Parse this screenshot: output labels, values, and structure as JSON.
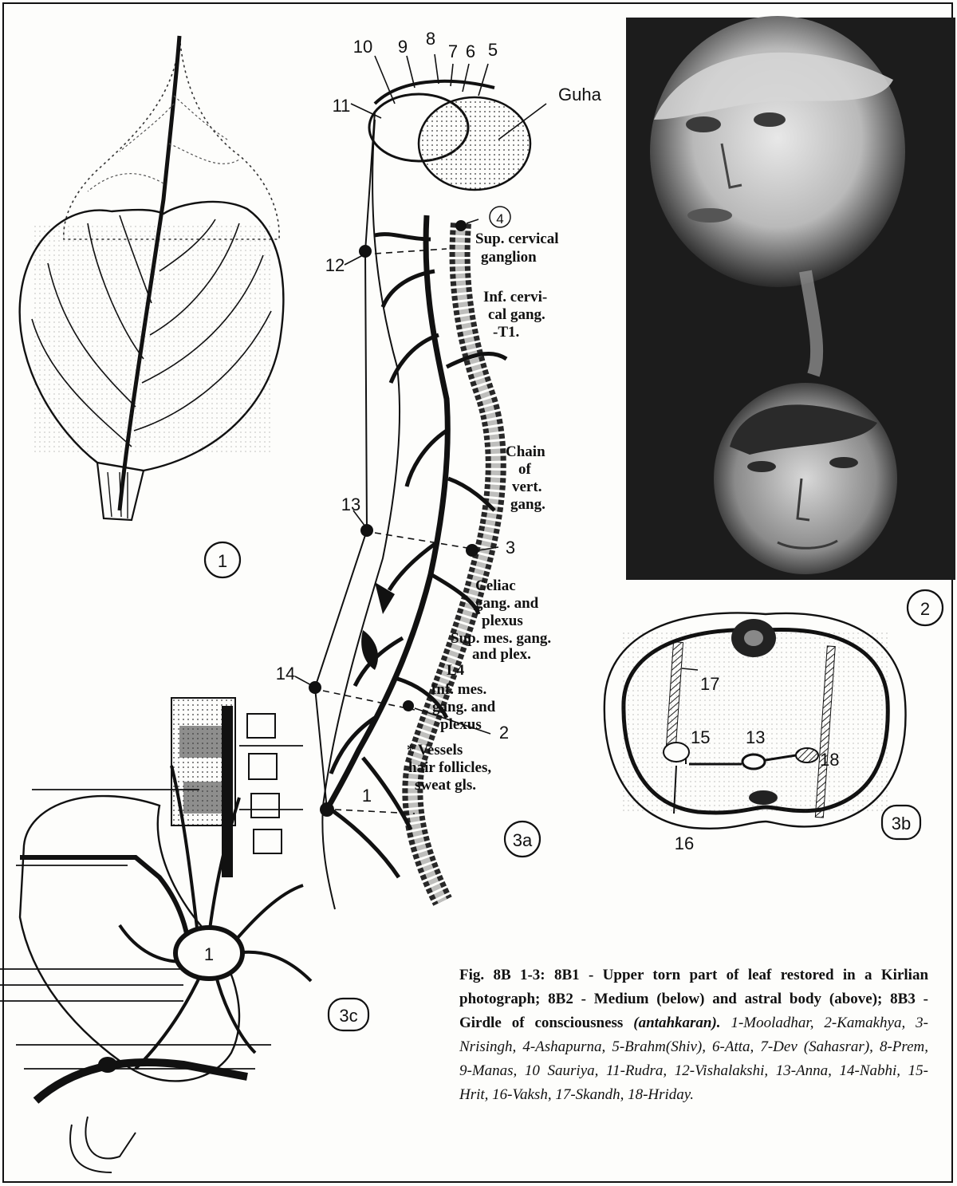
{
  "panels": {
    "panel_1": {
      "number": "1"
    },
    "panel_2": {
      "number": "2"
    },
    "panel_3a": {
      "number": "3a"
    },
    "panel_3b": {
      "number": "3b"
    },
    "panel_3c": {
      "number": "3c"
    }
  },
  "diagram_3a": {
    "numbers": [
      "10",
      "9",
      "8",
      "7",
      "6",
      "5",
      "11",
      "4",
      "12",
      "13",
      "3",
      "14",
      "2",
      "1"
    ],
    "guha": "Guha",
    "sup_cervical": [
      "Sup. cervical",
      "ganglion"
    ],
    "inf_cervical": [
      "Inf. cervi-",
      "cal gang.",
      "-T1."
    ],
    "chain": [
      "Chain",
      "of",
      "vert.",
      "gang."
    ],
    "celiac": [
      "Celiac",
      "gang. and",
      "plexus"
    ],
    "sup_mes": [
      "Sup. mes. gang.",
      "and plex."
    ],
    "l4": "L4",
    "inf_mes": [
      "Inf. mes.",
      "gang. and",
      "plexus"
    ],
    "vessels": [
      "* Vessels",
      "hair follicles,",
      "sweat gls."
    ]
  },
  "diagram_3b": {
    "numbers": [
      "17",
      "15",
      "13",
      "18",
      "16"
    ]
  },
  "diagram_3c": {
    "numbers": [
      "1"
    ]
  },
  "caption": {
    "fig_label": "Fig. 8B 1-3:",
    "bold_text": "8B1 - Upper torn part of leaf restored in a Kirlian photograph; 8B2 - Medium (below) and astral body (above); 8B3 - Girdle of consciousness",
    "term": "(antahkaran).",
    "italic_list": "1-Mooladhar, 2-Kamakhya, 3-Nrisingh, 4-Ashapurna, 5-Brahm(Shiv), 6-Atta, 7-Dev (Sahasrar), 8-Prem, 9-Manas, 10 Sauriya, 11-Rudra, 12-Vishalakshi, 13-Anna, 14-Nabhi, 15-Hrit, 16-Vaksh, 17-Skandh, 18-Hriday."
  },
  "colors": {
    "ink": "#111111",
    "paper": "#fdfdfb",
    "photo_dark": "#1c1c1c"
  }
}
